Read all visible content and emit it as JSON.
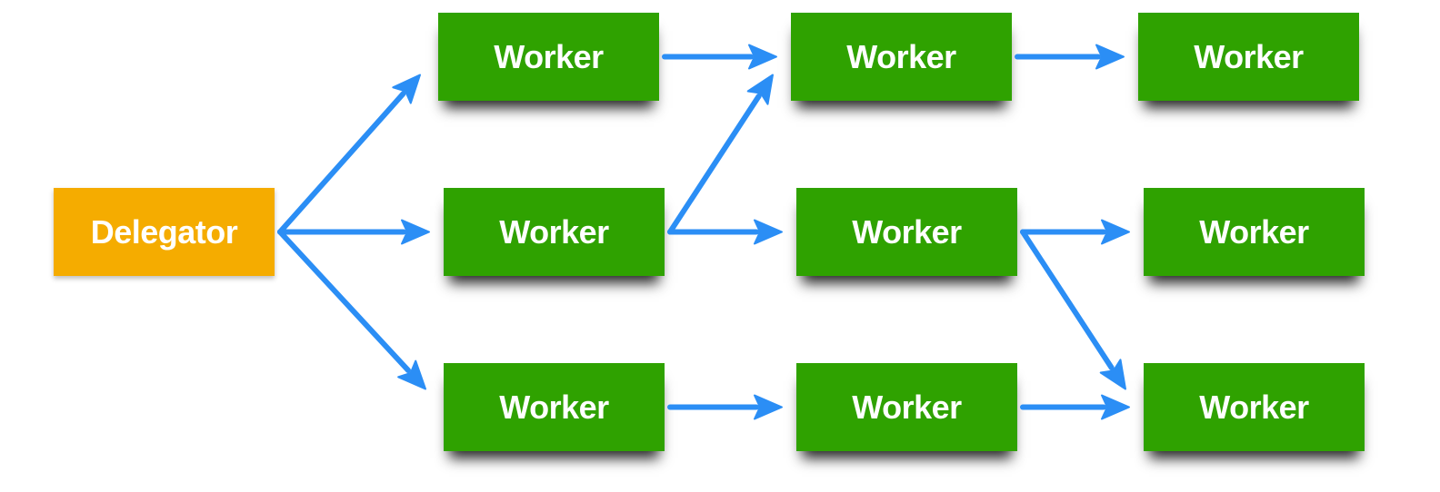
{
  "colors": {
    "delegator": "#F5AC00",
    "worker": "#2FA200",
    "arrow": "#2B8EF5",
    "text": "#FFFFFF"
  },
  "nodes": {
    "delegator": {
      "label": "Delegator"
    },
    "w_top_1": {
      "label": "Worker"
    },
    "w_top_2": {
      "label": "Worker"
    },
    "w_top_3": {
      "label": "Worker"
    },
    "w_mid_1": {
      "label": "Worker"
    },
    "w_mid_2": {
      "label": "Worker"
    },
    "w_mid_3": {
      "label": "Worker"
    },
    "w_bot_1": {
      "label": "Worker"
    },
    "w_bot_2": {
      "label": "Worker"
    },
    "w_bot_3": {
      "label": "Worker"
    }
  },
  "edges": [
    {
      "from": "delegator",
      "to": "w_top_1"
    },
    {
      "from": "delegator",
      "to": "w_mid_1"
    },
    {
      "from": "delegator",
      "to": "w_bot_1"
    },
    {
      "from": "w_top_1",
      "to": "w_top_2"
    },
    {
      "from": "w_top_2",
      "to": "w_top_3"
    },
    {
      "from": "w_mid_1",
      "to": "w_top_2"
    },
    {
      "from": "w_mid_1",
      "to": "w_mid_2"
    },
    {
      "from": "w_mid_2",
      "to": "w_mid_3"
    },
    {
      "from": "w_mid_2",
      "to": "w_bot_3"
    },
    {
      "from": "w_bot_1",
      "to": "w_bot_2"
    },
    {
      "from": "w_bot_2",
      "to": "w_bot_3"
    }
  ]
}
